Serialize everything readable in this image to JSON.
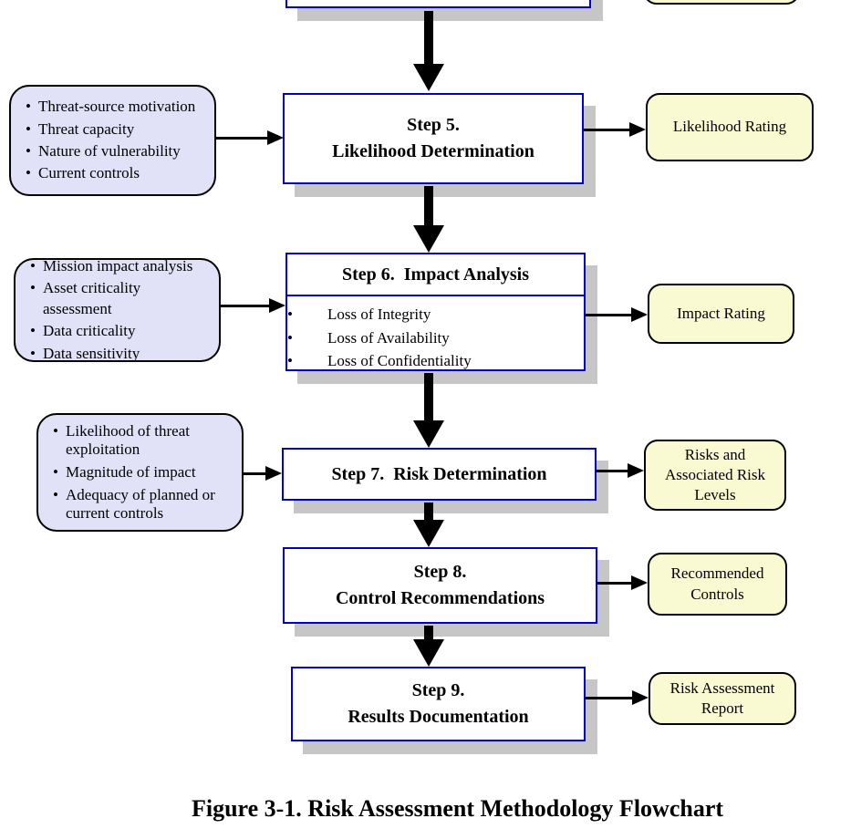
{
  "figure": {
    "caption": "Figure 3-1.  Risk Assessment Methodology Flowchart"
  },
  "colors": {
    "process_border": "#0000cc",
    "input_fill": "#e1e1f8",
    "output_fill": "#fafad2",
    "shadow": "#c6c6c6",
    "arrow": "#000000"
  },
  "inputs": [
    {
      "items": [
        "Threat-source motivation",
        "Threat capacity",
        "Nature of vulnerability",
        "Current controls"
      ]
    },
    {
      "items": [
        "Mission impact analysis",
        "Asset criticality assessment",
        "Data criticality",
        "Data sensitivity"
      ]
    },
    {
      "items": [
        "Likelihood of threat exploitation",
        "Magnitude of impact",
        "Adequacy of planned or current controls"
      ]
    }
  ],
  "steps": [
    {
      "title": "Step 5.\nLikelihood Determination"
    },
    {
      "title": "Step 6.  Impact Analysis",
      "bullets": [
        "Loss of Integrity",
        "Loss of Availability",
        "Loss of Confidentiality"
      ]
    },
    {
      "title": "Step 7.  Risk Determination"
    },
    {
      "title": "Step 8.\nControl Recommendations"
    },
    {
      "title": "Step 9.\nResults Documentation"
    }
  ],
  "outputs": [
    {
      "label": "Likelihood Rating"
    },
    {
      "label": "Impact Rating"
    },
    {
      "label": "Risks and\nAssociated Risk\nLevels"
    },
    {
      "label": "Recommended\nControls"
    },
    {
      "label": "Risk Assessment\nReport"
    }
  ]
}
